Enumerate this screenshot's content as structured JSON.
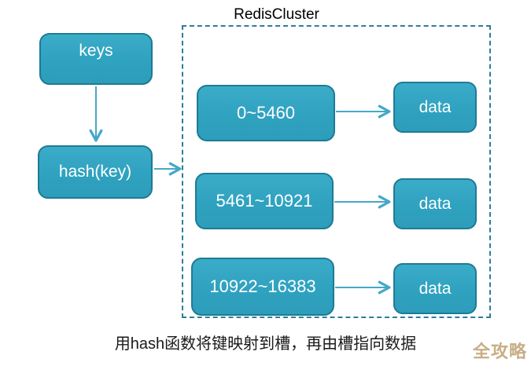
{
  "nodes": {
    "keys_label": "keys",
    "hash_label": "hash(key)"
  },
  "cluster": {
    "title": "RedisCluster",
    "slots": [
      {
        "range": "0~5460",
        "data_label": "data"
      },
      {
        "range": "5461~10921",
        "data_label": "data"
      },
      {
        "range": "10922~16383",
        "data_label": "data"
      }
    ]
  },
  "caption": "用hash函数将键映射到槽，再由槽指向数据",
  "watermark": "全攻略",
  "colors": {
    "node_fill": "#31A4C1",
    "node_border": "#1E7B95",
    "node_text": "#FFFFFF",
    "arrow": "#45A8C8",
    "cluster_dashed_border": "#2D7F96",
    "title_text": "#000000",
    "caption_text": "#1A1A1A",
    "watermark_text": "#C8AD85",
    "background": "#FFFFFF"
  }
}
